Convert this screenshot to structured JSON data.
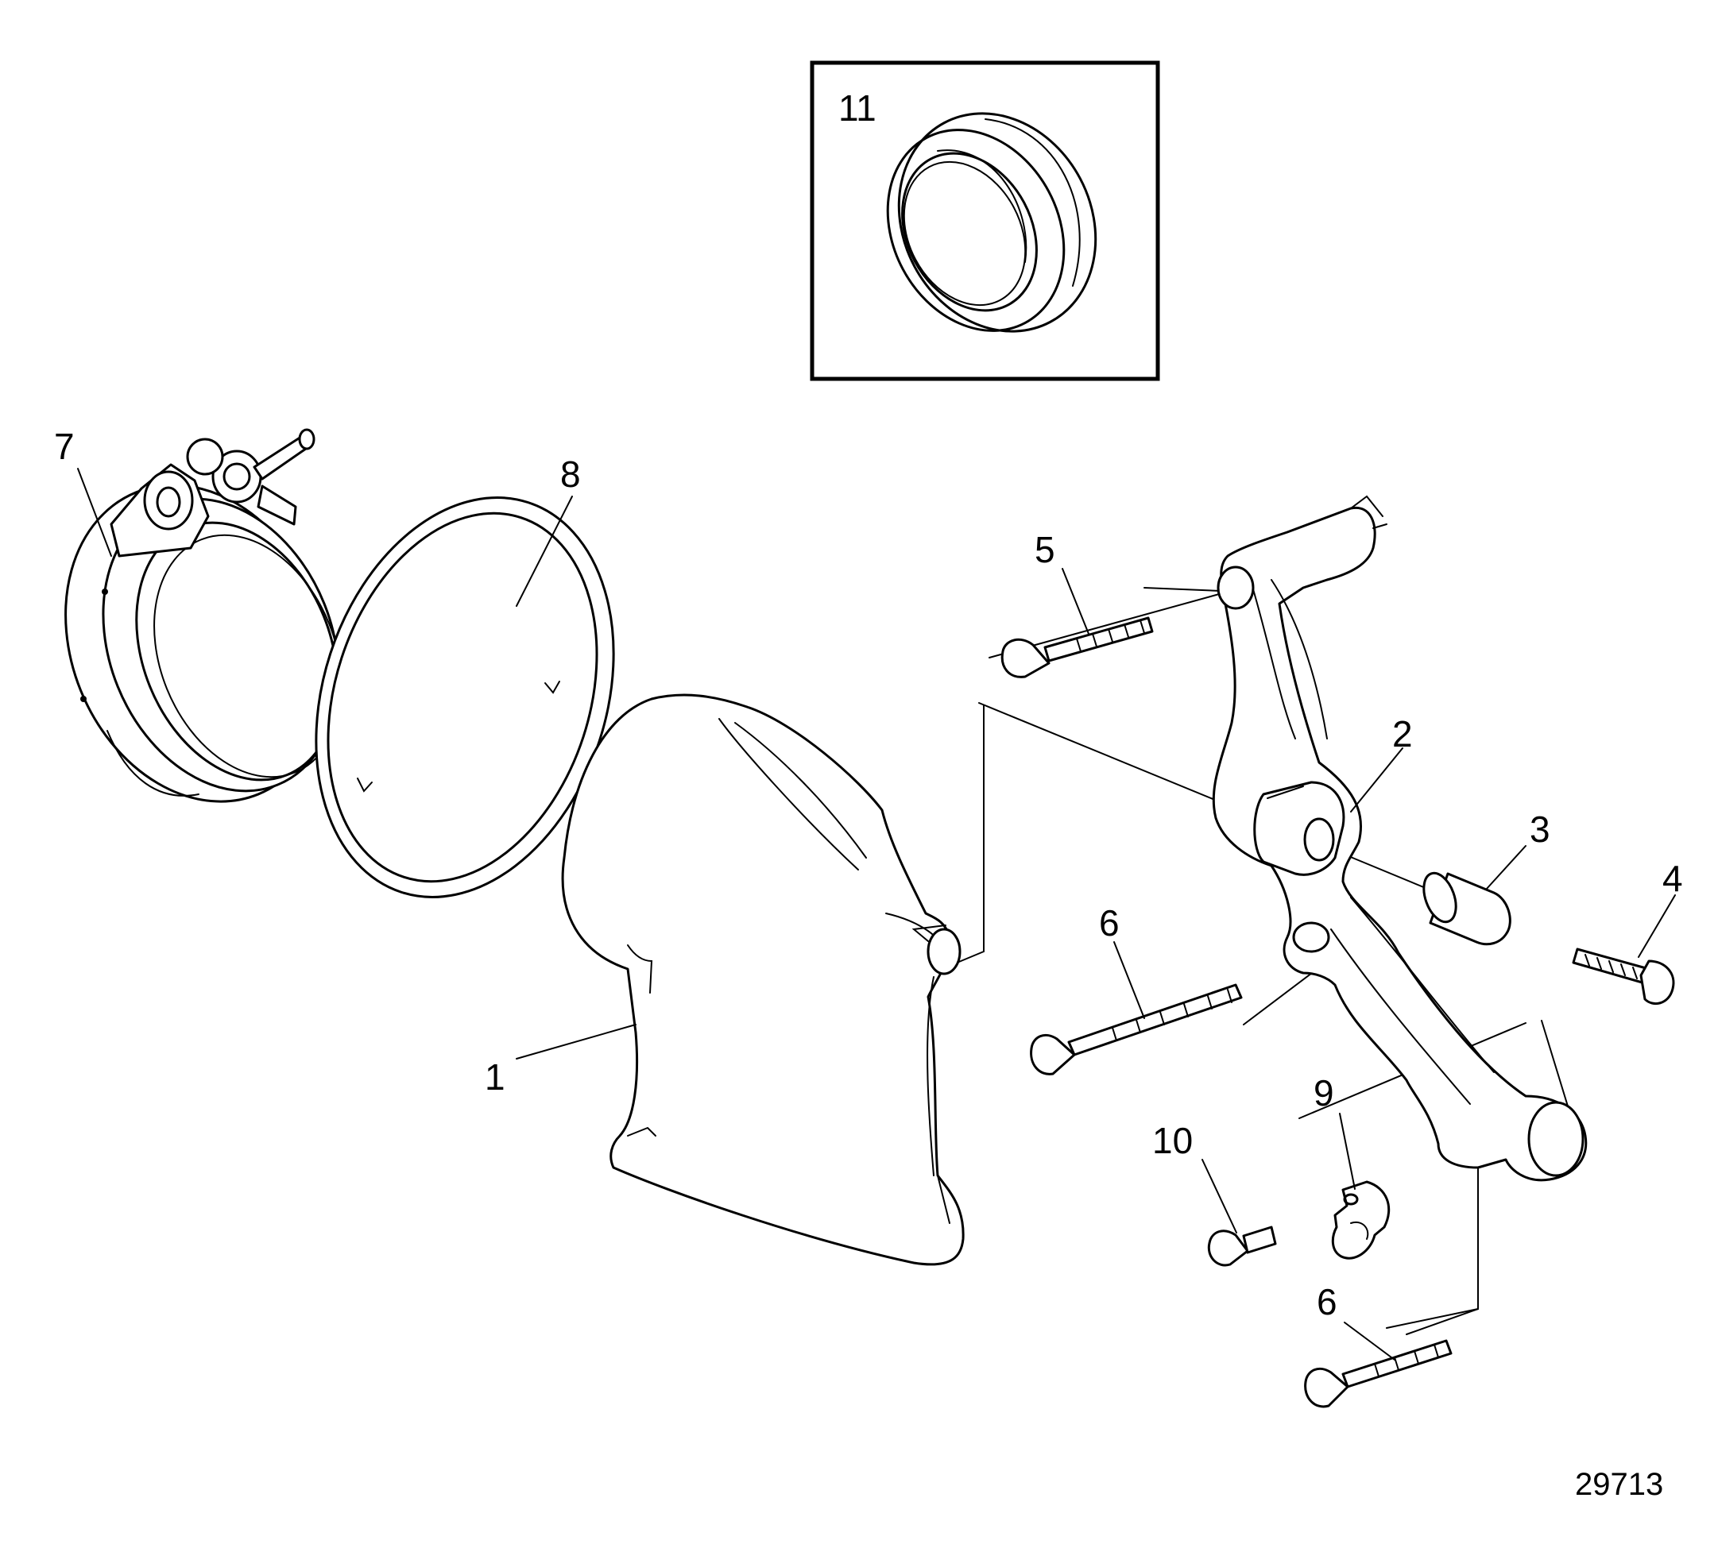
{
  "figure_number": "29713",
  "callouts": [
    "1",
    "2",
    "3",
    "4",
    "5",
    "6",
    "6",
    "7",
    "8",
    "9",
    "10",
    "11"
  ],
  "inset_label": "11"
}
